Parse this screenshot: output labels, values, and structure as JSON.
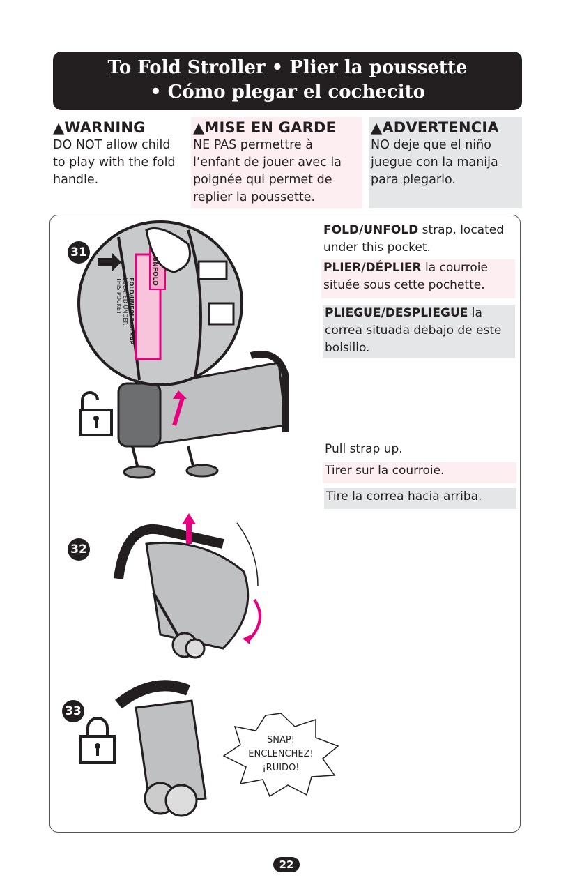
{
  "header": {
    "title_line1": "To Fold Stroller • Plier la poussette",
    "title_line2": "• Cómo plegar el cochecito"
  },
  "warnings": [
    {
      "heading": "WARNING",
      "body": "DO NOT allow child to play with the fold handle."
    },
    {
      "heading": "MISE EN GARDE",
      "body": "NE PAS permettre à l’enfant de jouer avec la poignée qui permet de replier la poussette."
    },
    {
      "heading": "ADVERTENCIA",
      "body": "NO deje que el niño juegue con la manija para plegarlo."
    }
  ],
  "steps": [
    {
      "number": "31",
      "en": {
        "bold": "FOLD/UNFOLD",
        "rest": " strap, located under this pocket."
      },
      "fr": {
        "bold": "PLIER/DÉPLIER",
        "rest": " la courroie située sous cette pochette."
      },
      "es": {
        "bold": "PLIEGUE/DESPLIEGUE",
        "rest": " la correa situada debajo de este bolsillo."
      },
      "callout_lines": [
        "FOLD/UNFOLD STRAP",
        "LOCATED UNDER",
        "THIS POCKET"
      ],
      "strap_label": "UNFOLD"
    },
    {
      "number": "32",
      "en": "Pull strap up.",
      "fr": "Tirer sur la courroie.",
      "es": "Tire la correa hacia arriba."
    },
    {
      "number": "33",
      "sound_lines": [
        "SNAP!",
        "ENCLENCHEZ!",
        "¡RUIDO!"
      ]
    }
  ],
  "page_number": "22",
  "colors": {
    "accent": "#e6007e",
    "pink_bg": "#fdeef2",
    "gray_bg": "#e5e6e8",
    "dark": "#231f20"
  }
}
